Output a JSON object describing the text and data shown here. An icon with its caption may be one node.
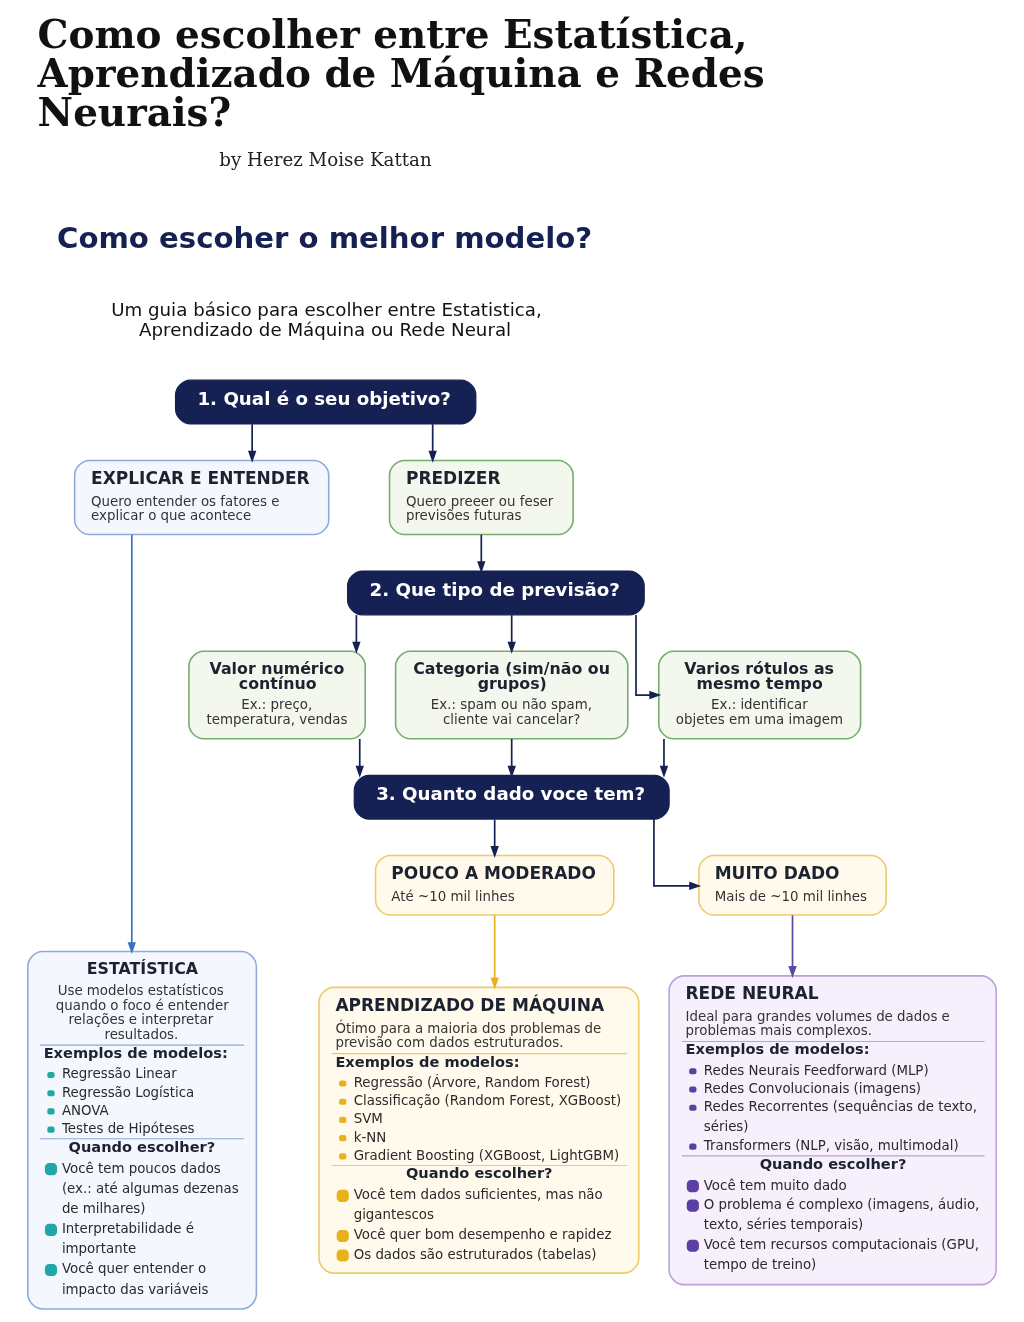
{
  "diagram": {
    "title": "Como escolher entre Estatística, Aprendizado de Máquina e Redes Neurais?",
    "nodes": [
      {
        "text": [
          "1. Qual é o seu objetivo?"
        ]
      },
      {
        "text": [
          "EXPLICAR E ENTENDER",
          "Quero entender os fatores e explicar o que acontece"
        ]
      },
      {
        "text": [
          "PREDIZER",
          "Quero preeer ou feser previsões futuras"
        ]
      },
      {
        "text": [
          "2. Que tipo de previsão?"
        ]
      },
      {
        "text": [
          "Valor numérico contínuo",
          "Ex.: preço, temperatura, vendas"
        ]
      },
      {
        "text": [
          "Categoria (sim/não ou grupos)",
          "Ex.: spam ou não spam, cliente vai cancelar?"
        ]
      },
      {
        "text": [
          "Varios rótulos as mesmo tempo",
          "Ex.: identificar objetes em uma imagem"
        ]
      },
      {
        "text": [
          "3. Quanto dado voce tem?"
        ]
      },
      {
        "text": [
          "POUCO A MODERADO",
          "Até ~10 mil linhes"
        ]
      },
      {
        "text": [
          "MUITO DADO",
          "Mais de ~10 mil linhes"
        ]
      },
      {
        "text": [
          "ESTATÍSTICA",
          "Use modelos estatísticos quando o foco é entender relações e interpretar resultados.",
          "Exemplos de modelos:",
          "Regressão Linear",
          "Regressão Logística",
          "ANOVA",
          "Testes de Hipóteses",
          "Quando escolher?",
          "Você tem poucos dados (ex.: até algumas dezenas de milhares)",
          "Interpretabilidade é importante",
          "Você quer entender o impacto das variáveis"
        ]
      },
      {
        "text": [
          "APRENDIZADO DE MÁQUINA",
          "Ótimo para a maioria dos problemas de previsão com dados estruturados.",
          "Exemplos de modelos:",
          "Regressão (Árvore, Random Forest)",
          "Classificação (Random Forest, XGBoost)",
          "SVM",
          "k-NN",
          "Gradient Boosting (XGBoost, LightGBM)",
          "Quando escolher?",
          "Você tem dados suficientes, mas não gigantescos",
          "Você quer bom desempenho e rapidez",
          "Os dados são estruturados (tabelas)"
        ]
      },
      {
        "text": [
          "REDE NEURAL",
          "Ideal para grandes volumes de dados e problemas mais complexos.",
          "Exemplos de modelos:",
          "Redes Neurais Feedforward (MLP)",
          "Redes Convolucionais (imagens)",
          "Redes Recorrentes (sequências de texto, séries)",
          "Transformers (NLP, visão, multimodal)",
          "Quando escolher?",
          "Você tem muito dado",
          "O problema é complexo (imagens, áudio, texto, séries temporais)",
          "Você tem recursos computacionais (GPU, tempo de treino)"
        ]
      }
    ],
    "edges": [
      {
        "from": 0,
        "to": 1,
        "arrow": "to"
      },
      {
        "from": 0,
        "to": 2,
        "arrow": "to"
      },
      {
        "from": 1,
        "to": 10,
        "arrow": "to",
        "color": "#3b6fc9"
      },
      {
        "from": 2,
        "to": 3,
        "arrow": "to"
      },
      {
        "from": 3,
        "to": 4,
        "arrow": "to"
      },
      {
        "from": 3,
        "to": 5,
        "arrow": "to"
      },
      {
        "from": 3,
        "to": 6,
        "arrow": "to"
      },
      {
        "from": 4,
        "to": 7,
        "arrow": "to"
      },
      {
        "from": 5,
        "to": 7,
        "arrow": "to"
      },
      {
        "from": 6,
        "to": 7,
        "arrow": "to"
      },
      {
        "from": 7,
        "to": 8,
        "arrow": "to"
      },
      {
        "from": 7,
        "to": 9,
        "arrow": "to"
      },
      {
        "from": 8,
        "to": 11,
        "arrow": "to",
        "color": "#e9b21c"
      },
      {
        "from": 9,
        "to": 12,
        "arrow": "to",
        "color": "#5b4a9e"
      }
    ],
    "labels": [
      "by Herez Moise Kattan",
      "Como escoher o melhor modelo?",
      "Um guia básico para escolher entre Estatistica, Aprendizado de Máquina ou Rede Neural"
    ]
  }
}
